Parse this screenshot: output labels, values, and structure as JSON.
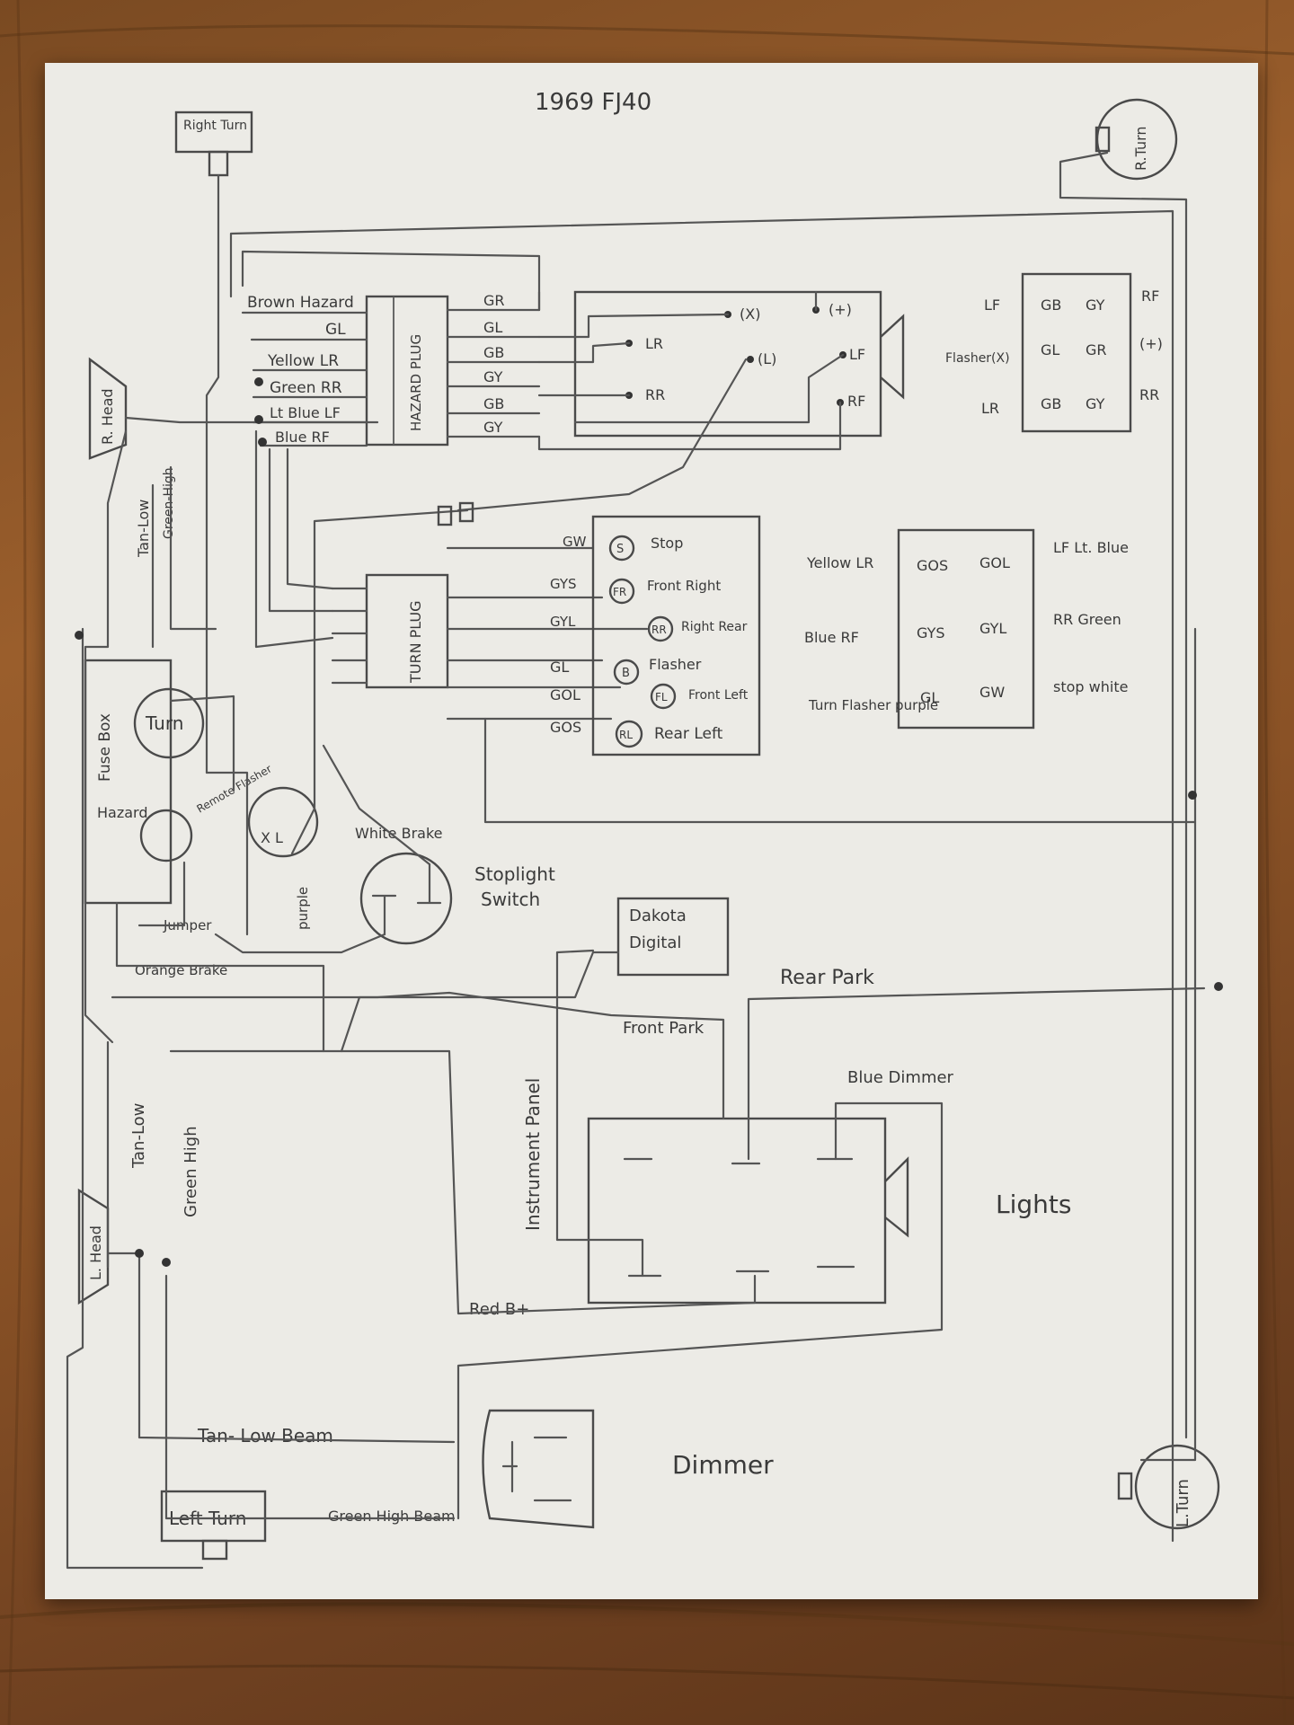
{
  "title": "1969  FJ40",
  "components": {
    "right_turn": "Right Turn",
    "r_turn": "R.Turn",
    "l_turn": "L.Turn",
    "left_turn": "Left Turn",
    "r_head": "R. Head",
    "l_head": "L. Head",
    "hazard_plug": "HAZARD PLUG",
    "turn_plug": "TURN PLUG",
    "fuse_box": "Fuse Box",
    "turn": "Turn",
    "hazard": "Hazard",
    "remote_flasher": "Remote Flasher",
    "jumper": "Jumper",
    "orange_brake": "Orange Brake",
    "stoplight_switch_1": "Stoplight",
    "stoplight_switch_2": "Switch",
    "white_brake": "White Brake",
    "purple": "purple",
    "dakota_1": "Dakota",
    "dakota_2": "Digital",
    "rear_park": "Rear Park",
    "front_park": "Front Park",
    "blue_dimmer": "Blue Dimmer",
    "instrument_panel": "Instrument Panel",
    "lights": "Lights",
    "red_b": "Red B+",
    "dimmer": "Dimmer",
    "tan_low_beam": "Tan- Low Beam",
    "green_high_beam": "Green High Beam",
    "tan_low_top": "Tan-Low",
    "green_high_top": "Green-High",
    "tan_low_bottom": "Tan-Low",
    "green_high_bottom": "Green High",
    "x_l": "X   L"
  },
  "hazard_wires_left": [
    {
      "label": "Brown Hazard"
    },
    {
      "label": "GL"
    },
    {
      "label": "Yellow LR"
    },
    {
      "label": "Green RR"
    },
    {
      "label": "Lt Blue LF"
    },
    {
      "label": "Blue   RF"
    }
  ],
  "hazard_wires_right": [
    "GR",
    "GL",
    "GB",
    "GY",
    "GB",
    "GY"
  ],
  "hazard_switch_labels": {
    "x": "(X)",
    "plus": "(+)",
    "lr": "LR",
    "l": "(L)",
    "lf": "LF",
    "rr": "RR",
    "rf": "RF"
  },
  "hazard_connector": {
    "left_labels": [
      "LF",
      "Flasher(X)",
      "LR"
    ],
    "cells": [
      [
        "GB",
        "GY"
      ],
      [
        "GL",
        "GR"
      ],
      [
        "GB",
        "GY"
      ]
    ],
    "right_labels": [
      "RF",
      "(+)",
      "RR"
    ]
  },
  "turn_wires": [
    "GW",
    "GYS",
    "GYL",
    "GL",
    "GOL",
    "GOS"
  ],
  "turn_switch_items": [
    {
      "code": "S",
      "label": "Stop"
    },
    {
      "code": "FR",
      "label": "Front Right"
    },
    {
      "code": "RR",
      "label": "Right Rear"
    },
    {
      "code": "B",
      "label": "Flasher"
    },
    {
      "code": "FL",
      "label": "Front Left"
    },
    {
      "code": "RL",
      "label": "Rear Left"
    }
  ],
  "turn_connector": {
    "left_labels": [
      "Yellow LR",
      "Blue RF",
      "Turn Flasher purple"
    ],
    "cells": [
      [
        "GOS",
        "GOL"
      ],
      [
        "GYS",
        "GYL"
      ],
      [
        "GL",
        "GW"
      ]
    ],
    "right_labels": [
      "LF  Lt. Blue",
      "RR  Green",
      "stop white"
    ]
  }
}
